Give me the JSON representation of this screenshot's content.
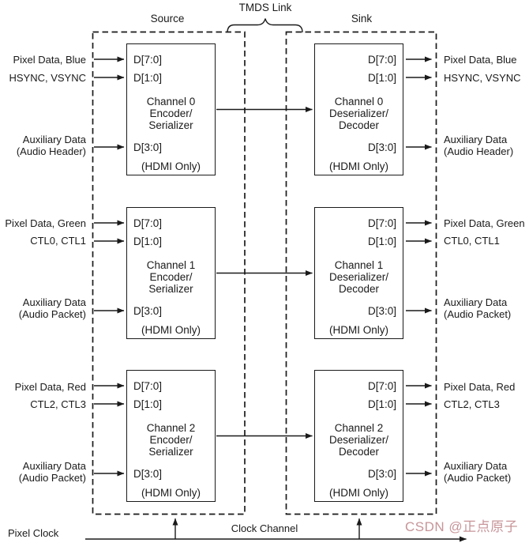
{
  "header": {
    "source": "Source",
    "tmds_link": "TMDS Link",
    "sink": "Sink"
  },
  "ports": {
    "d70": "D[7:0]",
    "d10": "D[1:0]",
    "d30": "D[3:0]",
    "hdmi_only": "(HDMI Only)"
  },
  "source_channels": [
    {
      "title": "Channel 0\nEncoder/\nSerializer"
    },
    {
      "title": "Channel 1\nEncoder/\nSerializer"
    },
    {
      "title": "Channel 2\nEncoder/\nSerializer"
    }
  ],
  "sink_channels": [
    {
      "title": "Channel 0\nDeserializer/\nDecoder"
    },
    {
      "title": "Channel 1\nDeserializer/\nDecoder"
    },
    {
      "title": "Channel 2\nDeserializer/\nDecoder"
    }
  ],
  "left_labels": [
    {
      "text": "Pixel Data, Blue"
    },
    {
      "text": "HSYNC, VSYNC"
    },
    {
      "text": "Auxiliary Data\n(Audio Header)"
    },
    {
      "text": "Pixel Data, Green"
    },
    {
      "text": "CTL0, CTL1"
    },
    {
      "text": "Auxiliary Data\n(Audio Packet)"
    },
    {
      "text": "Pixel Data, Red"
    },
    {
      "text": "CTL2, CTL3"
    },
    {
      "text": "Auxiliary Data\n(Audio Packet)"
    }
  ],
  "right_labels": [
    {
      "text": "Pixel Data, Blue"
    },
    {
      "text": "HSYNC, VSYNC"
    },
    {
      "text": "Auxiliary Data\n(Audio Header)"
    },
    {
      "text": "Pixel Data, Green"
    },
    {
      "text": "CTL0, CTL1"
    },
    {
      "text": "Auxiliary Data\n(Audio Packet)"
    },
    {
      "text": "Pixel Data, Red"
    },
    {
      "text": "CTL2, CTL3"
    },
    {
      "text": "Auxiliary Data\n(Audio Packet)"
    }
  ],
  "bottom": {
    "pixel_clock": "Pixel Clock",
    "clock_channel": "Clock Channel"
  },
  "watermark": {
    "text": "CSDN @正点原子"
  },
  "colors": {
    "line": "#1a1a1a",
    "watermark": "#c79599",
    "background": "#ffffff"
  }
}
